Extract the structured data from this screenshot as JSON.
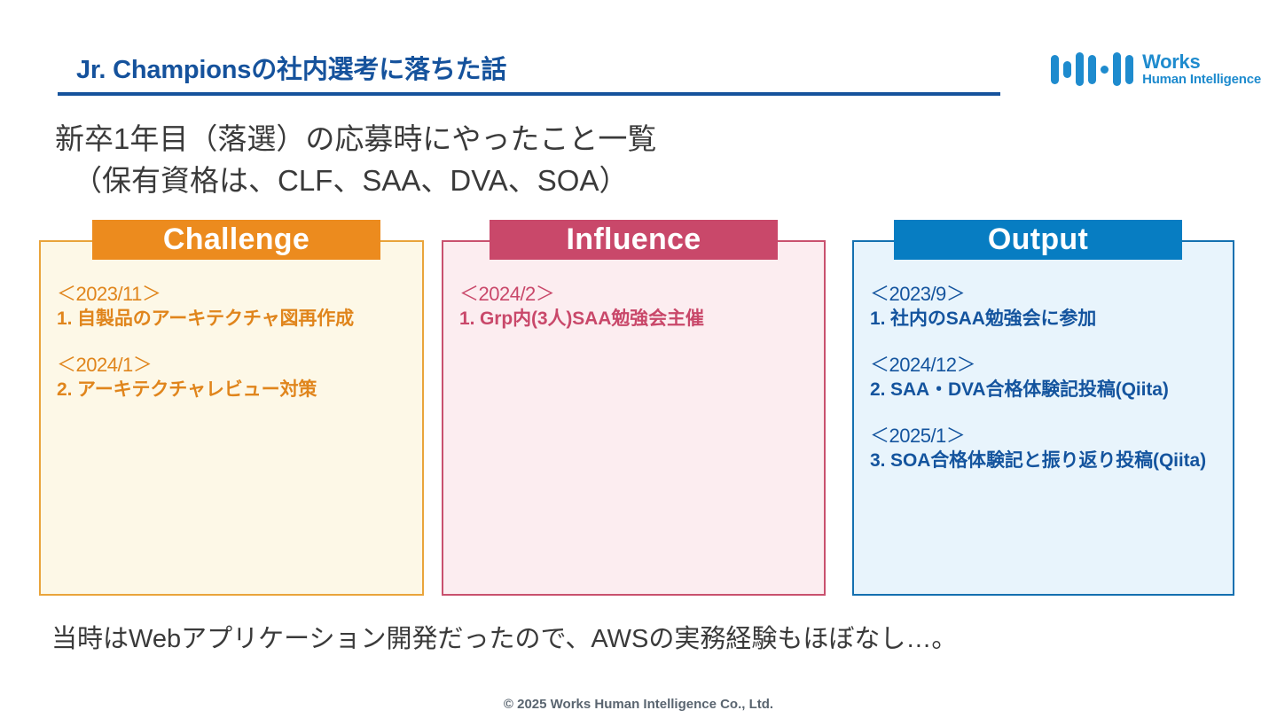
{
  "header": {
    "title": "Jr. Championsの社内選考に落ちた話",
    "rule_color": "#15529C",
    "logo": {
      "name": "works-human-intelligence-logo",
      "line1": "Works",
      "line2": "Human Intelligence",
      "color": "#1E8BCE"
    }
  },
  "subtitle": {
    "line1": "新卒1年目（落選）の応募時にやったこと一覧",
    "line2": "（保有資格は、CLF、SAA、DVA、SOA）"
  },
  "columns": [
    {
      "key": "challenge",
      "header": "Challenge",
      "header_color": "#EC8B1E",
      "body_color": "#FDF8E7",
      "border_color": "#E9A43B",
      "text_color": "#E0851C",
      "entries": [
        {
          "date": "＜2023/11＞",
          "text": "1. 自製品のアーキテクチャ図再作成"
        },
        {
          "date": "＜2024/1＞",
          "text": "2. アーキテクチャレビュー対策"
        }
      ]
    },
    {
      "key": "influence",
      "header": "Influence",
      "header_color": "#C9486A",
      "body_color": "#FCEDF0",
      "border_color": "#C9516E",
      "text_color": "#C9486A",
      "entries": [
        {
          "date": "＜2024/2＞",
          "text": "1. Grp内(3人)SAA勉強会主催"
        }
      ]
    },
    {
      "key": "output",
      "header": "Output",
      "header_color": "#077DC2",
      "body_color": "#E8F4FC",
      "border_color": "#1470B0",
      "text_color": "#14549E",
      "entries": [
        {
          "date": "＜2023/9＞",
          "text": "1. 社内のSAA勉強会に参加"
        },
        {
          "date": "＜2024/12＞",
          "text": "2. SAA・DVA合格体験記投稿(Qiita)"
        },
        {
          "date": "＜2025/1＞",
          "text": "3. SOA合格体験記と振り返り投稿(Qiita)"
        }
      ]
    }
  ],
  "footnote": "当時はWebアプリケーション開発だったので、AWSの実務経験もほぼなし…。",
  "copyright": "© 2025 Works Human Intelligence Co., Ltd."
}
